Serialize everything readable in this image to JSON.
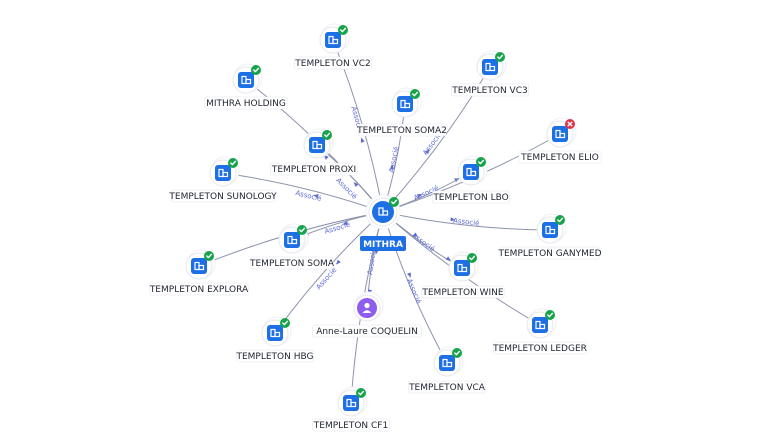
{
  "graph": {
    "center": {
      "id": "mithra",
      "label": "MITHRA",
      "icon": "building-icon",
      "status": "ok"
    },
    "edge_label": "Associé",
    "colors": {
      "accent": "#1d6fe5",
      "ok": "#17a34a",
      "error": "#e0314b",
      "person": "#8f5cf0"
    },
    "nodes": [
      {
        "id": "vc2",
        "label": "TEMPLETON VC2",
        "icon": "building-icon",
        "status": "ok"
      },
      {
        "id": "mithra-holding",
        "label": "MITHRA HOLDING",
        "icon": "building-icon",
        "status": "ok"
      },
      {
        "id": "soma2",
        "label": "TEMPLETON SOMA2",
        "icon": "building-icon",
        "status": "ok"
      },
      {
        "id": "vc3",
        "label": "TEMPLETON VC3",
        "icon": "building-icon",
        "status": "ok"
      },
      {
        "id": "elio",
        "label": "TEMPLETON ELIO",
        "icon": "building-icon",
        "status": "error"
      },
      {
        "id": "proxi",
        "label": "TEMPLETON PROXI",
        "icon": "building-icon",
        "status": "ok"
      },
      {
        "id": "sunology",
        "label": "TEMPLETON SUNOLOGY",
        "icon": "building-icon",
        "status": "ok"
      },
      {
        "id": "lbo",
        "label": "TEMPLETON LBO",
        "icon": "building-icon",
        "status": "ok"
      },
      {
        "id": "ganymed",
        "label": "TEMPLETON GANYMED",
        "icon": "building-icon",
        "status": "ok"
      },
      {
        "id": "soma",
        "label": "TEMPLETON SOMA",
        "icon": "building-icon",
        "status": "ok"
      },
      {
        "id": "explora",
        "label": "TEMPLETON EXPLORA",
        "icon": "building-icon",
        "status": "ok"
      },
      {
        "id": "wine",
        "label": "TEMPLETON WINE",
        "icon": "building-icon",
        "status": "ok"
      },
      {
        "id": "ledger",
        "label": "TEMPLETON LEDGER",
        "icon": "building-icon",
        "status": "ok"
      },
      {
        "id": "coquelin",
        "label": "Anne-Laure COQUELIN",
        "icon": "person-icon",
        "status": "none"
      },
      {
        "id": "hbg",
        "label": "TEMPLETON HBG",
        "icon": "building-icon",
        "status": "ok"
      },
      {
        "id": "vca",
        "label": "TEMPLETON VCA",
        "icon": "building-icon",
        "status": "ok"
      },
      {
        "id": "cf1",
        "label": "TEMPLETON CF1",
        "icon": "building-icon",
        "status": "ok"
      }
    ]
  }
}
